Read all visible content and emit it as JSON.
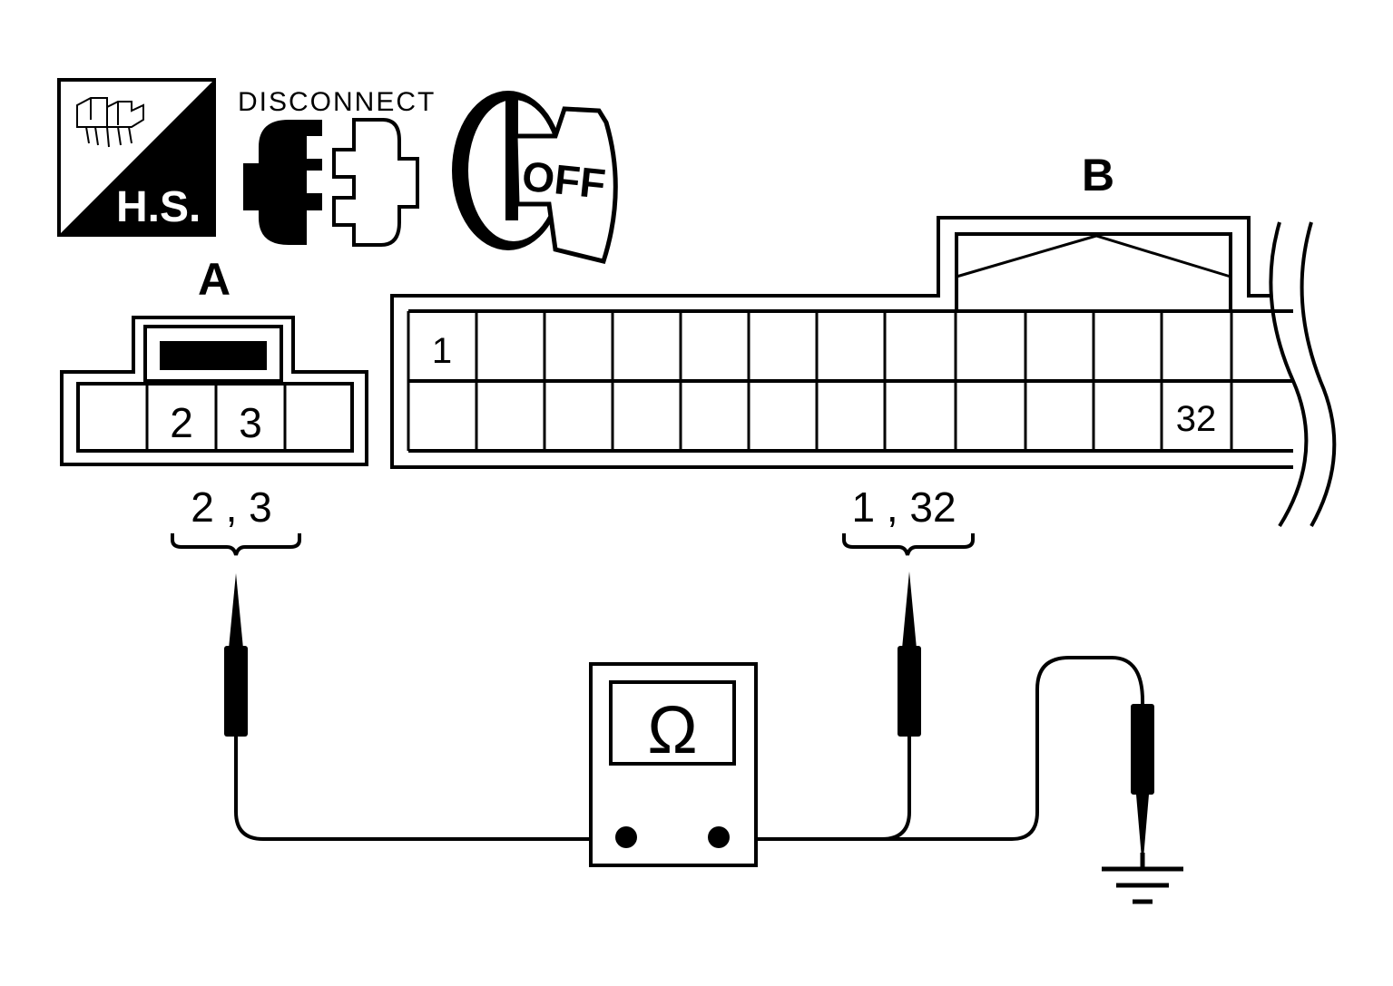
{
  "icons": {
    "hs_label": "H.S.",
    "disconnect_label": "DISCONNECT",
    "ignition_label": "OFF"
  },
  "connector_a": {
    "label": "A",
    "pins": [
      "2",
      "3"
    ],
    "probe_label": "2 , 3"
  },
  "connector_b": {
    "label": "B",
    "pins": [
      "1",
      "32"
    ],
    "probe_label": "1 , 32"
  },
  "meter": {
    "symbol": "Ω"
  }
}
